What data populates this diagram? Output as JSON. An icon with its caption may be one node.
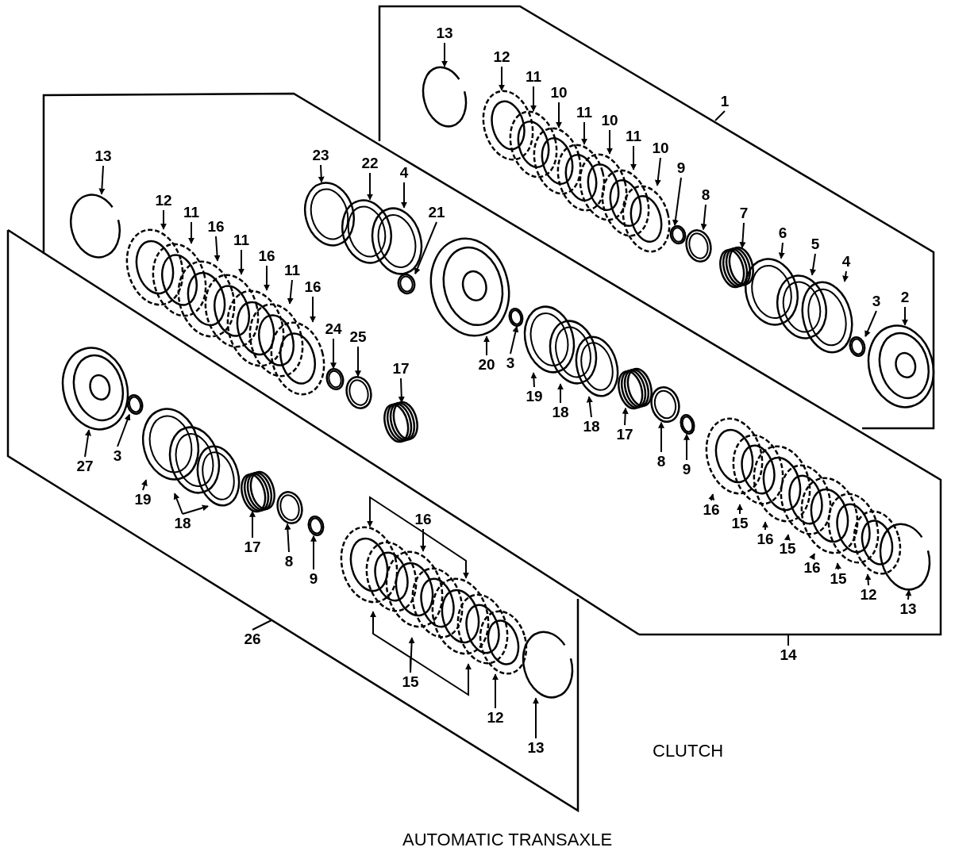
{
  "diagram": {
    "caption": "AUTOMATIC TRANSAXLE",
    "nodes": [
      {
        "text": [
          "13"
        ]
      },
      {
        "text": [
          "12"
        ]
      },
      {
        "text": [
          "11"
        ]
      },
      {
        "text": [
          "10"
        ]
      },
      {
        "text": [
          "11"
        ]
      },
      {
        "text": [
          "10"
        ]
      },
      {
        "text": [
          "11"
        ]
      },
      {
        "text": [
          "10"
        ]
      },
      {
        "text": [
          "9"
        ]
      },
      {
        "text": [
          "8"
        ]
      },
      {
        "text": [
          "7"
        ]
      },
      {
        "text": [
          "6"
        ]
      },
      {
        "text": [
          "5"
        ]
      },
      {
        "text": [
          "4"
        ]
      },
      {
        "text": [
          "3"
        ]
      },
      {
        "text": [
          "2"
        ]
      },
      {
        "text": [
          "1"
        ]
      },
      {
        "text": [
          "13"
        ]
      },
      {
        "text": [
          "12"
        ]
      },
      {
        "text": [
          "11"
        ]
      },
      {
        "text": [
          "16"
        ]
      },
      {
        "text": [
          "11"
        ]
      },
      {
        "text": [
          "16"
        ]
      },
      {
        "text": [
          "11"
        ]
      },
      {
        "text": [
          "16"
        ]
      },
      {
        "text": [
          "23"
        ]
      },
      {
        "text": [
          "22"
        ]
      },
      {
        "text": [
          "4"
        ]
      },
      {
        "text": [
          "21"
        ]
      },
      {
        "text": [
          "24"
        ]
      },
      {
        "text": [
          "25"
        ]
      },
      {
        "text": [
          "17"
        ]
      },
      {
        "text": [
          "20"
        ]
      },
      {
        "text": [
          "3"
        ]
      },
      {
        "text": [
          "19"
        ]
      },
      {
        "text": [
          "18"
        ]
      },
      {
        "text": [
          "18"
        ]
      },
      {
        "text": [
          "17"
        ]
      },
      {
        "text": [
          "8"
        ]
      },
      {
        "text": [
          "9"
        ]
      },
      {
        "text": [
          "16"
        ]
      },
      {
        "text": [
          "15"
        ]
      },
      {
        "text": [
          "16"
        ]
      },
      {
        "text": [
          "15"
        ]
      },
      {
        "text": [
          "16"
        ]
      },
      {
        "text": [
          "15"
        ]
      },
      {
        "text": [
          "12"
        ]
      },
      {
        "text": [
          "13"
        ]
      },
      {
        "text": [
          "14"
        ]
      },
      {
        "text": [
          "27"
        ]
      },
      {
        "text": [
          "3"
        ]
      },
      {
        "text": [
          "19"
        ]
      },
      {
        "text": [
          "18"
        ]
      },
      {
        "text": [
          "17"
        ]
      },
      {
        "text": [
          "8"
        ]
      },
      {
        "text": [
          "9"
        ]
      },
      {
        "text": [
          "16"
        ]
      },
      {
        "text": [
          "15"
        ]
      },
      {
        "text": [
          "12"
        ]
      },
      {
        "text": [
          "13"
        ]
      },
      {
        "text": [
          "26"
        ]
      },
      {
        "text": [],
        "shape": "ring"
      },
      {
        "text": [],
        "shape": "gear"
      },
      {
        "text": [],
        "shape": "gear"
      },
      {
        "text": [],
        "shape": "gear"
      },
      {
        "text": [],
        "shape": "gear"
      },
      {
        "text": [],
        "shape": "gear"
      },
      {
        "text": [],
        "shape": "gear"
      },
      {
        "text": [],
        "shape": "gear"
      },
      {
        "text": [],
        "shape": "circle"
      },
      {
        "text": [],
        "shape": "circle"
      },
      {
        "text": [],
        "shape": "spring"
      },
      {
        "text": [],
        "shape": "circle"
      },
      {
        "text": [],
        "shape": "circle"
      },
      {
        "text": [],
        "shape": "circle"
      },
      {
        "text": [],
        "shape": "circle"
      },
      {
        "text": [],
        "shape": "cylinder"
      },
      {
        "text": [],
        "shape": "ring"
      },
      {
        "text": [],
        "shape": "gear"
      },
      {
        "text": [],
        "shape": "gear"
      },
      {
        "text": [],
        "shape": "gear"
      },
      {
        "text": [],
        "shape": "gear"
      },
      {
        "text": [],
        "shape": "gear"
      },
      {
        "text": [],
        "shape": "gear"
      },
      {
        "text": [],
        "shape": "gear"
      },
      {
        "text": [],
        "shape": "circle"
      },
      {
        "text": [],
        "shape": "circle"
      },
      {
        "text": [],
        "shape": "spring"
      },
      {
        "text": [],
        "shape": "circle"
      },
      {
        "text": [],
        "shape": "circle"
      },
      {
        "text": [],
        "shape": "circle"
      },
      {
        "text": [],
        "shape": "circle"
      },
      {
        "text": [],
        "shape": "cylinder"
      },
      {
        "text": [],
        "shape": "circle"
      },
      {
        "text": [],
        "shape": "circle"
      },
      {
        "text": [],
        "shape": "circle"
      },
      {
        "text": [],
        "shape": "circle"
      },
      {
        "text": [],
        "shape": "spring"
      },
      {
        "text": [],
        "shape": "circle"
      },
      {
        "text": [],
        "shape": "circle"
      },
      {
        "text": [],
        "shape": "gear"
      },
      {
        "text": [],
        "shape": "gear"
      },
      {
        "text": [],
        "shape": "gear"
      },
      {
        "text": [],
        "shape": "gear"
      },
      {
        "text": [],
        "shape": "gear"
      },
      {
        "text": [],
        "shape": "gear"
      },
      {
        "text": [],
        "shape": "gear"
      },
      {
        "text": [],
        "shape": "ring"
      },
      {
        "text": [],
        "shape": "cylinder"
      },
      {
        "text": [],
        "shape": "circle"
      },
      {
        "text": [],
        "shape": "circle"
      },
      {
        "text": [],
        "shape": "circle"
      },
      {
        "text": [],
        "shape": "circle"
      },
      {
        "text": [],
        "shape": "spring"
      },
      {
        "text": [],
        "shape": "circle"
      },
      {
        "text": [],
        "shape": "circle"
      },
      {
        "text": [],
        "shape": "gear"
      },
      {
        "text": [],
        "shape": "gear"
      },
      {
        "text": [],
        "shape": "gear"
      },
      {
        "text": [],
        "shape": "gear"
      },
      {
        "text": [],
        "shape": "gear"
      },
      {
        "text": [],
        "shape": "gear"
      },
      {
        "text": [],
        "shape": "gear"
      },
      {
        "text": [],
        "shape": "ring"
      }
    ],
    "edges": [
      {
        "from": 0,
        "to": 61,
        "arrow": "to"
      },
      {
        "from": 1,
        "to": 62,
        "arrow": "to"
      },
      {
        "from": 2,
        "to": 63,
        "arrow": "to"
      },
      {
        "from": 3,
        "to": 64,
        "arrow": "to"
      },
      {
        "from": 4,
        "to": 65,
        "arrow": "to"
      },
      {
        "from": 5,
        "to": 66,
        "arrow": "to"
      },
      {
        "from": 6,
        "to": 67,
        "arrow": "to"
      },
      {
        "from": 7,
        "to": 68,
        "arrow": "to"
      },
      {
        "from": 8,
        "to": 69,
        "arrow": "to"
      },
      {
        "from": 9,
        "to": 70,
        "arrow": "to"
      },
      {
        "from": 10,
        "to": 71,
        "arrow": "to"
      },
      {
        "from": 11,
        "to": 72,
        "arrow": "to"
      },
      {
        "from": 12,
        "to": 73,
        "arrow": "to"
      },
      {
        "from": 13,
        "to": 74,
        "arrow": "to"
      },
      {
        "from": 14,
        "to": 75,
        "arrow": "to"
      },
      {
        "from": 15,
        "to": 76,
        "arrow": "to"
      },
      {
        "from": 16,
        "to": null,
        "arrow": "none"
      },
      {
        "from": 17,
        "to": 77,
        "arrow": "to"
      },
      {
        "from": 18,
        "to": 78,
        "arrow": "to"
      },
      {
        "from": 19,
        "to": 79,
        "arrow": "to"
      },
      {
        "from": 20,
        "to": 80,
        "arrow": "to"
      },
      {
        "from": 21,
        "to": 81,
        "arrow": "to"
      },
      {
        "from": 22,
        "to": 82,
        "arrow": "to"
      },
      {
        "from": 23,
        "to": 83,
        "arrow": "to"
      },
      {
        "from": 24,
        "to": 84,
        "arrow": "to"
      },
      {
        "from": 25,
        "to": 88,
        "arrow": "to"
      },
      {
        "from": 26,
        "to": 89,
        "arrow": "to"
      },
      {
        "from": 27,
        "to": 90,
        "arrow": "to"
      },
      {
        "from": 28,
        "to": 91,
        "arrow": "to"
      },
      {
        "from": 29,
        "to": 85,
        "arrow": "to"
      },
      {
        "from": 30,
        "to": 86,
        "arrow": "to"
      },
      {
        "from": 31,
        "to": 87,
        "arrow": "to"
      },
      {
        "from": 32,
        "to": 92,
        "arrow": "to"
      },
      {
        "from": 33,
        "to": 93,
        "arrow": "to"
      },
      {
        "from": 34,
        "to": 94,
        "arrow": "to"
      },
      {
        "from": 35,
        "to": 95,
        "arrow": "to"
      },
      {
        "from": 36,
        "to": 96,
        "arrow": "to"
      },
      {
        "from": 37,
        "to": 97,
        "arrow": "to"
      },
      {
        "from": 38,
        "to": 98,
        "arrow": "to"
      },
      {
        "from": 39,
        "to": 99,
        "arrow": "to"
      },
      {
        "from": 40,
        "to": 100,
        "arrow": "to"
      },
      {
        "from": 41,
        "to": 101,
        "arrow": "to"
      },
      {
        "from": 42,
        "to": 102,
        "arrow": "to"
      },
      {
        "from": 43,
        "to": 103,
        "arrow": "to"
      },
      {
        "from": 44,
        "to": 104,
        "arrow": "to"
      },
      {
        "from": 45,
        "to": 105,
        "arrow": "to"
      },
      {
        "from": 46,
        "to": 106,
        "arrow": "to"
      },
      {
        "from": 47,
        "to": 107,
        "arrow": "to"
      },
      {
        "from": 48,
        "to": null,
        "arrow": "none"
      },
      {
        "from": 49,
        "to": 108,
        "arrow": "to"
      },
      {
        "from": 50,
        "to": 109,
        "arrow": "to"
      },
      {
        "from": 51,
        "to": 110,
        "arrow": "to"
      },
      {
        "from": 52,
        "to": 111,
        "arrow": "to"
      },
      {
        "from": 52,
        "to": 112,
        "arrow": "to"
      },
      {
        "from": 53,
        "to": 113,
        "arrow": "to"
      },
      {
        "from": 54,
        "to": 114,
        "arrow": "to"
      },
      {
        "from": 55,
        "to": 115,
        "arrow": "to"
      },
      {
        "from": 56,
        "to": 116,
        "arrow": "to"
      },
      {
        "from": 56,
        "to": 118,
        "arrow": "to"
      },
      {
        "from": 56,
        "to": 120,
        "arrow": "to"
      },
      {
        "from": 57,
        "to": 117,
        "arrow": "to"
      },
      {
        "from": 57,
        "to": 119,
        "arrow": "to"
      },
      {
        "from": 57,
        "to": 121,
        "arrow": "to"
      },
      {
        "from": 58,
        "to": 122,
        "arrow": "to"
      },
      {
        "from": 59,
        "to": 123,
        "arrow": "to"
      },
      {
        "from": 60,
        "to": null,
        "arrow": "none"
      }
    ],
    "labels": [
      "CLUTCH"
    ]
  }
}
